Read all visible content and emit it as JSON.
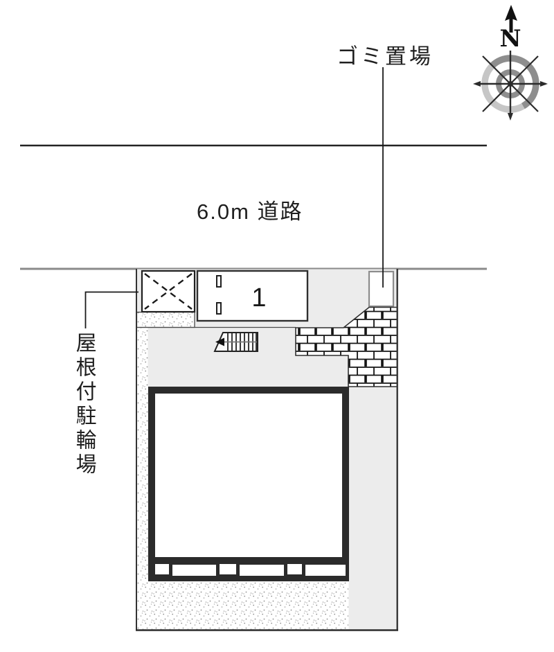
{
  "labels": {
    "garbage_area": "ゴミ置場",
    "road": "6.0m 道路",
    "covered_bicycle_parking": "屋根付駐輪場",
    "parking_space_number": "1",
    "compass_north": "N"
  },
  "colors": {
    "road_line_north": "#232323",
    "road_line_south": "#8a8a8a",
    "plot_fill": "#ececec",
    "building_wall": "#2b2b2b",
    "brick_mortar": "#141414",
    "stipple_dot": "#8d8d8d",
    "compass_ring_outer": "#c6c6c6",
    "compass_ring_outer_shade": "#8e8e8e",
    "compass_ring_inner": "#8e8e8e",
    "leader_line": "#1a1a1a"
  }
}
